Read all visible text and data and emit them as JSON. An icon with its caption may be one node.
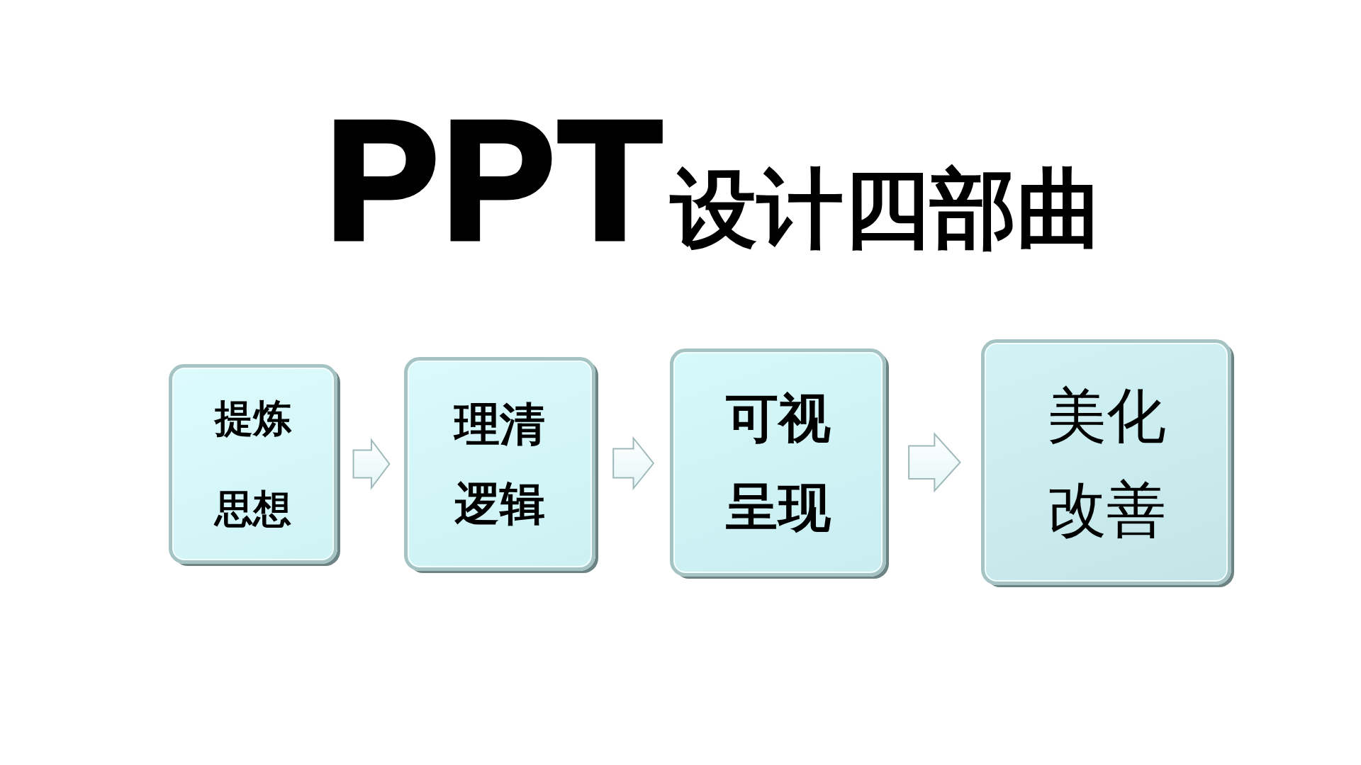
{
  "diagram": {
    "title": "PPT设计四部曲",
    "nodes": [
      {
        "text": [
          "提炼思想"
        ]
      },
      {
        "text": [
          "理清逻辑"
        ]
      },
      {
        "text": [
          "可视呈现"
        ]
      },
      {
        "text": [
          "美化改善"
        ]
      }
    ],
    "edges": [
      {
        "from": 0,
        "to": 1,
        "arrow": "to"
      },
      {
        "from": 1,
        "to": 2,
        "arrow": "to"
      },
      {
        "from": 2,
        "to": 3,
        "arrow": "to"
      }
    ]
  }
}
